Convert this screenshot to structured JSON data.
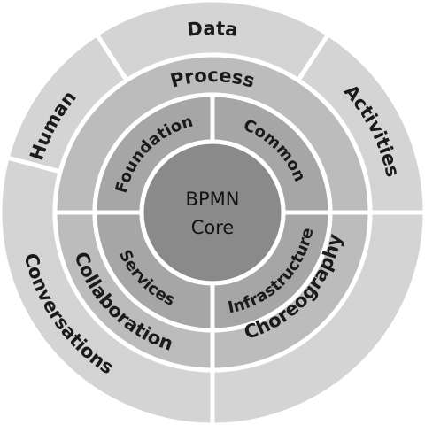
{
  "core": {
    "line1": "BPMN",
    "line2": "Core"
  },
  "inner_ring": [
    {
      "id": "foundation",
      "label": "Foundation"
    },
    {
      "id": "common",
      "label": "Common"
    },
    {
      "id": "infrastructure",
      "label": "Infrastructure"
    },
    {
      "id": "services",
      "label": "Services"
    }
  ],
  "middle_ring": [
    {
      "id": "process",
      "label": "Process"
    },
    {
      "id": "choreography",
      "label": "Choreography"
    },
    {
      "id": "collaboration",
      "label": "Collaboration"
    }
  ],
  "outer_ring": [
    {
      "id": "data",
      "label": "Data"
    },
    {
      "id": "activities",
      "label": "Activities"
    },
    {
      "id": "human",
      "label": "Human"
    },
    {
      "id": "conversations",
      "label": "Conversations"
    }
  ],
  "colors": {
    "outer": "#d4d4d4",
    "middle": "#bcbcbc",
    "inner": "#a6a6a6",
    "core": "#8a8a8a",
    "divider": "#ffffff"
  }
}
